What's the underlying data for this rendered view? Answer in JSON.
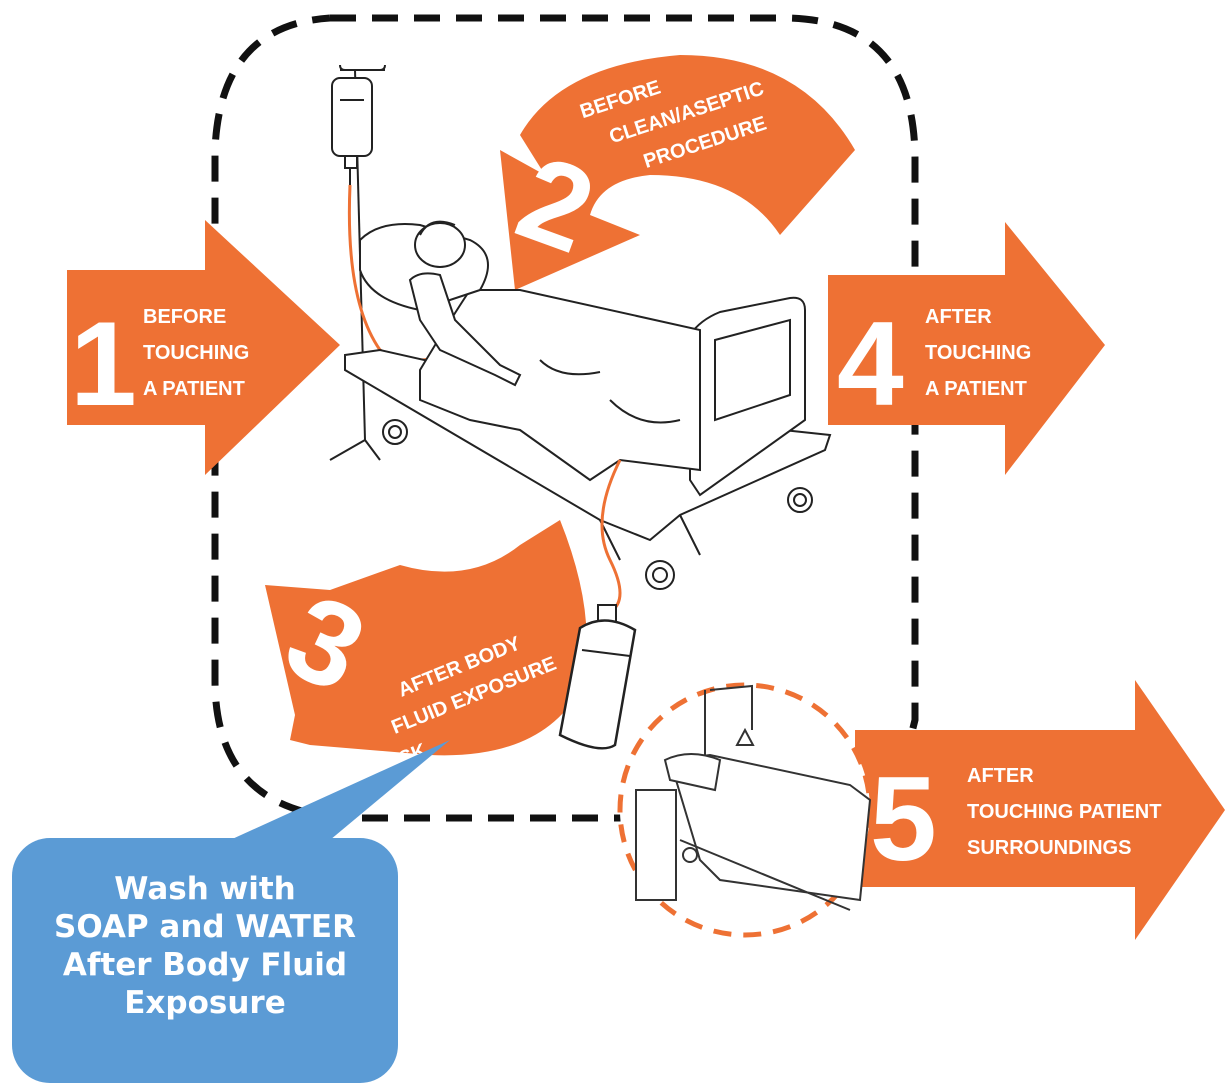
{
  "colors": {
    "arrow": "#ee7134",
    "callout": "#5b9bd5",
    "dash": "#111111",
    "line": "#222222",
    "tube": "#ee7134"
  },
  "moments": [
    {
      "number": "1",
      "lines": [
        "BEFORE",
        "TOUCHING",
        "A PATIENT"
      ]
    },
    {
      "number": "2",
      "lines": [
        "BEFORE",
        "CLEAN/ASEPTIC",
        "PROCEDURE"
      ]
    },
    {
      "number": "3",
      "lines": [
        "AFTER BODY",
        "FLUID EXPOSURE",
        "RISK"
      ]
    },
    {
      "number": "4",
      "lines": [
        "AFTER",
        "TOUCHING",
        "A PATIENT"
      ]
    },
    {
      "number": "5",
      "lines": [
        "AFTER",
        "TOUCHING PATIENT",
        "SURROUNDINGS"
      ]
    }
  ],
  "callout": {
    "lines": [
      "Wash with",
      "SOAP and WATER",
      "After Body Fluid",
      "Exposure"
    ]
  },
  "illustrations": [
    "hospital-bed-with-patient",
    "iv-drip-stand",
    "urine-drainage-bag",
    "empty-bed-surroundings"
  ]
}
